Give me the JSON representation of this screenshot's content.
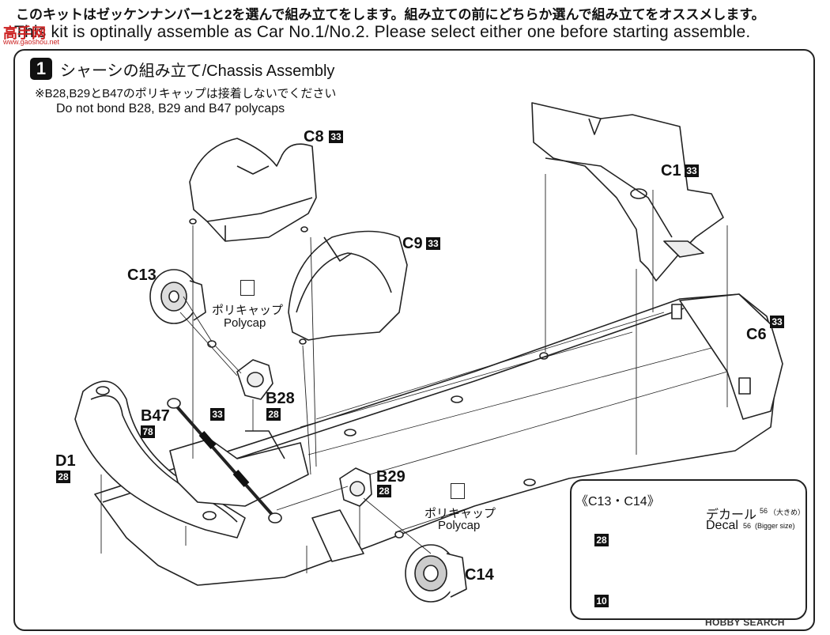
{
  "header": {
    "jp": "このキットはゼッケンナンバー1と2を選んで組み立てをします。組み立ての前にどちらか選んで組み立てをオススメします。",
    "en": "This kit is optinally assemble as Car No.1/No.2. Please select either one before starting assemble."
  },
  "watermark": {
    "line1": "高手网",
    "line2": "www.gaoshou.net"
  },
  "step": {
    "number": "1",
    "title": "シャーシの組み立て/Chassis Assembly",
    "note_jp": "※B28,B29とB47のポリキャップは接着しないでください",
    "note_en": "Do not bond B28, B29 and B47 polycaps"
  },
  "parts": {
    "c8": {
      "label": "C8",
      "badge": "33"
    },
    "c1": {
      "label": "C1",
      "badge": "33"
    },
    "c9": {
      "label": "C9",
      "badge": "33"
    },
    "c13": {
      "label": "C13"
    },
    "c6": {
      "label": "C6",
      "badge": "33"
    },
    "b28": {
      "label": "B28",
      "badge": "28"
    },
    "b47": {
      "label": "B47",
      "badge": "78"
    },
    "d1": {
      "label": "D1",
      "badge": "28"
    },
    "b29": {
      "label": "B29",
      "badge": "28"
    },
    "c14": {
      "label": "C14"
    },
    "spring_badge": "33"
  },
  "polycap": {
    "jp": "ポリキャップ",
    "en": "Polycap"
  },
  "inset": {
    "title": "《C13・C14》",
    "decal_jp": "デカール",
    "decal_en": "Decal",
    "decal_num": "56",
    "decal_size_jp": "（大きめ）",
    "decal_size_en": "(Bigger size)",
    "badge_28": "28",
    "badge_10": "10"
  },
  "footer": "HOBBY SEARCH"
}
